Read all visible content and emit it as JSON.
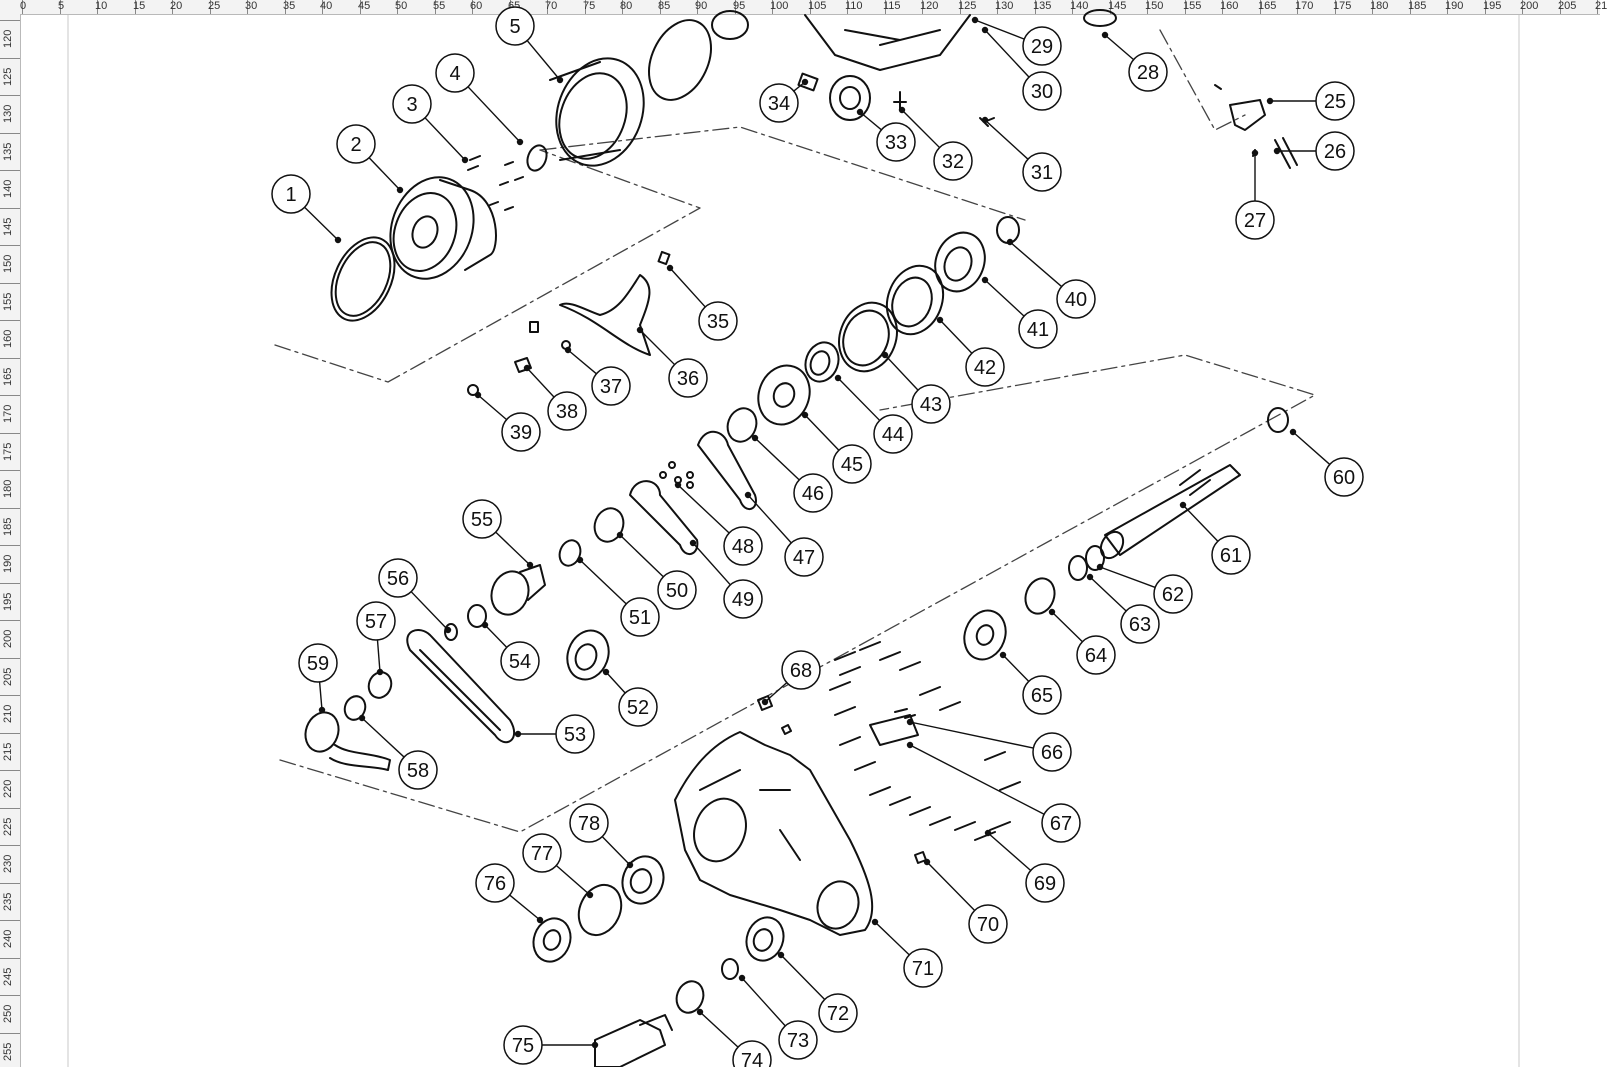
{
  "ruler": {
    "horizontal_labels": [
      "0",
      "5",
      "10",
      "15",
      "20",
      "25",
      "30",
      "35",
      "40",
      "45",
      "50",
      "55",
      "60",
      "65",
      "70",
      "75",
      "80",
      "85",
      "90",
      "95",
      "100",
      "105",
      "110",
      "115",
      "120",
      "125",
      "130",
      "135",
      "140",
      "145",
      "150",
      "155",
      "160",
      "165",
      "170",
      "175",
      "180",
      "185",
      "190",
      "195",
      "200",
      "205",
      "21"
    ],
    "vertical_labels": [
      "120",
      "125",
      "130",
      "135",
      "140",
      "145",
      "150",
      "155",
      "160",
      "165",
      "170",
      "175",
      "180",
      "185",
      "190",
      "195",
      "200",
      "205",
      "210",
      "215",
      "220",
      "225",
      "230",
      "235",
      "240",
      "245",
      "250",
      "255"
    ]
  },
  "diagram": {
    "line_color": "#111111",
    "dash_color": "#444444",
    "callouts": [
      {
        "label": "1"
      },
      {
        "label": "2"
      },
      {
        "label": "3"
      },
      {
        "label": "4"
      },
      {
        "label": "5"
      },
      {
        "label": "25"
      },
      {
        "label": "26"
      },
      {
        "label": "27"
      },
      {
        "label": "28"
      },
      {
        "label": "29"
      },
      {
        "label": "30"
      },
      {
        "label": "31"
      },
      {
        "label": "32"
      },
      {
        "label": "33"
      },
      {
        "label": "34"
      },
      {
        "label": "35"
      },
      {
        "label": "36"
      },
      {
        "label": "37"
      },
      {
        "label": "38"
      },
      {
        "label": "39"
      },
      {
        "label": "40"
      },
      {
        "label": "41"
      },
      {
        "label": "42"
      },
      {
        "label": "43"
      },
      {
        "label": "44"
      },
      {
        "label": "45"
      },
      {
        "label": "46"
      },
      {
        "label": "47"
      },
      {
        "label": "48"
      },
      {
        "label": "49"
      },
      {
        "label": "50"
      },
      {
        "label": "51"
      },
      {
        "label": "52"
      },
      {
        "label": "53"
      },
      {
        "label": "54"
      },
      {
        "label": "55"
      },
      {
        "label": "56"
      },
      {
        "label": "57"
      },
      {
        "label": "58"
      },
      {
        "label": "59"
      },
      {
        "label": "60"
      },
      {
        "label": "61"
      },
      {
        "label": "62"
      },
      {
        "label": "63"
      },
      {
        "label": "64"
      },
      {
        "label": "65"
      },
      {
        "label": "66"
      },
      {
        "label": "67"
      },
      {
        "label": "68"
      },
      {
        "label": "69"
      },
      {
        "label": "70"
      },
      {
        "label": "71"
      },
      {
        "label": "72"
      },
      {
        "label": "73"
      },
      {
        "label": "74"
      },
      {
        "label": "75"
      },
      {
        "label": "76"
      },
      {
        "label": "77"
      },
      {
        "label": "78"
      }
    ]
  }
}
